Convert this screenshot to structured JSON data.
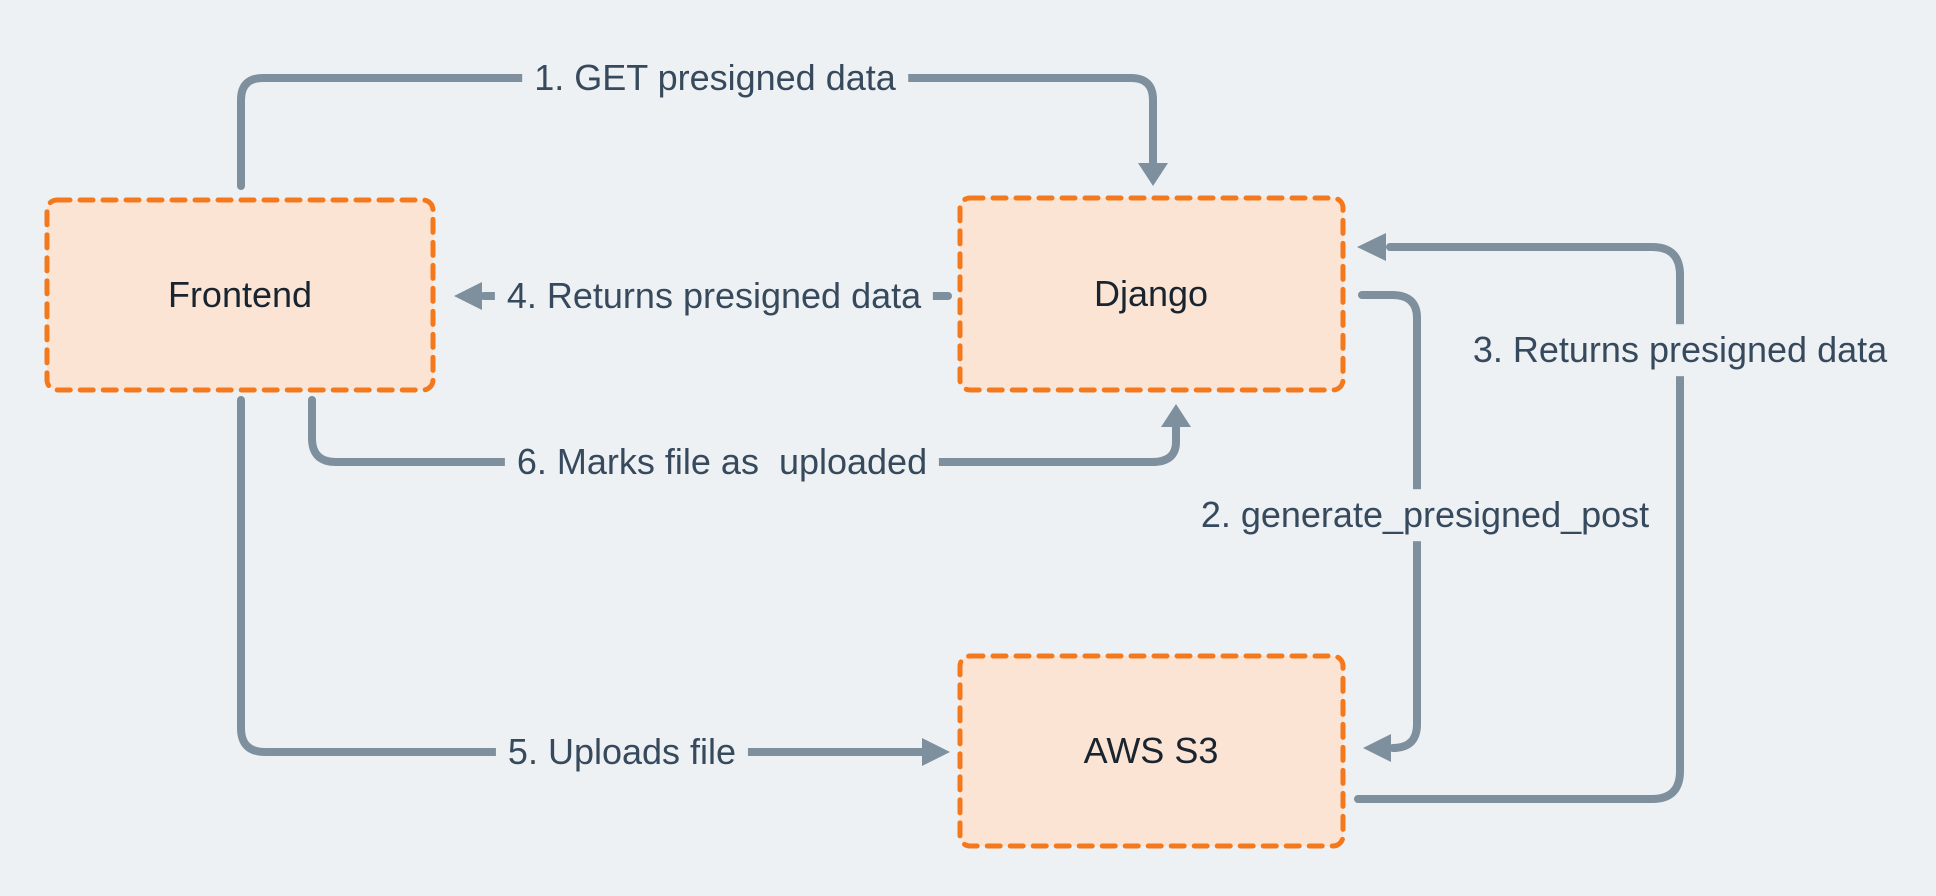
{
  "diagram": {
    "title": "Presigned upload flow between Frontend, Django and AWS S3",
    "colors": {
      "bg": "#EDF1F4",
      "node_fill": "#FCE4D4",
      "node_border": "#F4791D",
      "arrow": "#7E8F9D",
      "edge_text": "#37495C",
      "node_text": "#18242F"
    },
    "nodes": [
      {
        "id": "frontend",
        "label": "Frontend"
      },
      {
        "id": "django",
        "label": "Django"
      },
      {
        "id": "aws-s3",
        "label": "AWS S3"
      }
    ],
    "edges": [
      {
        "id": "1",
        "label": "1. GET presigned data",
        "from": "frontend",
        "to": "django"
      },
      {
        "id": "2",
        "label": "2. generate_presigned_post",
        "from": "django",
        "to": "aws-s3"
      },
      {
        "id": "3",
        "label": "3. Returns presigned data",
        "from": "aws-s3",
        "to": "django"
      },
      {
        "id": "4",
        "label": "4. Returns presigned data",
        "from": "django",
        "to": "frontend"
      },
      {
        "id": "5",
        "label": "5. Uploads file",
        "from": "frontend",
        "to": "aws-s3"
      },
      {
        "id": "6",
        "label": "6. Marks file as  uploaded",
        "from": "frontend",
        "to": "django"
      }
    ]
  }
}
